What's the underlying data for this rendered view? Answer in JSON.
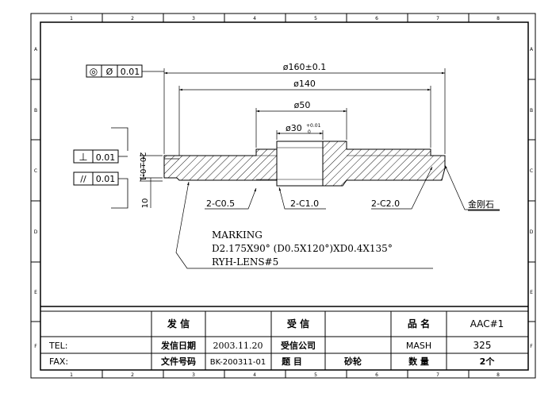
{
  "border": {
    "columns": [
      "1",
      "2",
      "3",
      "4",
      "5",
      "6",
      "7",
      "8"
    ],
    "rows_left": [
      "A",
      "B",
      "C",
      "D",
      "E",
      "F"
    ],
    "rows_right": [
      "A",
      "B",
      "C",
      "D",
      "E",
      "F"
    ]
  },
  "drawing": {
    "gdt_concentric": {
      "symbol": "◎",
      "dia": "Ø",
      "tol": "0.01"
    },
    "gdt_perp": {
      "symbol": "⊥",
      "tol": "0.01"
    },
    "gdt_parallel": {
      "symbol": "//",
      "tol": "0.01"
    },
    "dim_160": "ø160±0.1",
    "dim_140": "ø140",
    "dim_50": "ø50",
    "dim_30": "ø30",
    "dim_30_tol_upper": "+0.01",
    "dim_30_tol_lower": "0",
    "dim_20": "20±0.1",
    "dim_10": "10",
    "chamfer_1": "2-C0.5",
    "chamfer_2": "2-C1.0",
    "chamfer_3": "2-C2.0",
    "diamond": "金刚石",
    "marking_1": "MARKING",
    "marking_2": "D2.175X90°  (D0.5X120°)XD0.4X135°",
    "marking_3": "RYH-LENS#5"
  },
  "title_block": {
    "row1": {
      "send": "发  信",
      "receive": "受  信",
      "product_label": "品  名",
      "product_value": "AAC#1"
    },
    "row2": {
      "tel": "TEL:",
      "send_date_label": "发信日期",
      "send_date": "2003.11.20",
      "receiver_company": "受信公司",
      "mash_label": "MASH",
      "mash_value": "325"
    },
    "row3": {
      "fax": "FAX:",
      "doc_no_label": "文件号码",
      "doc_no": "BK-200311-01",
      "subject_label": "题  目",
      "subject_value": "砂轮",
      "qty_label": "数  量",
      "qty_value": "2个"
    }
  }
}
